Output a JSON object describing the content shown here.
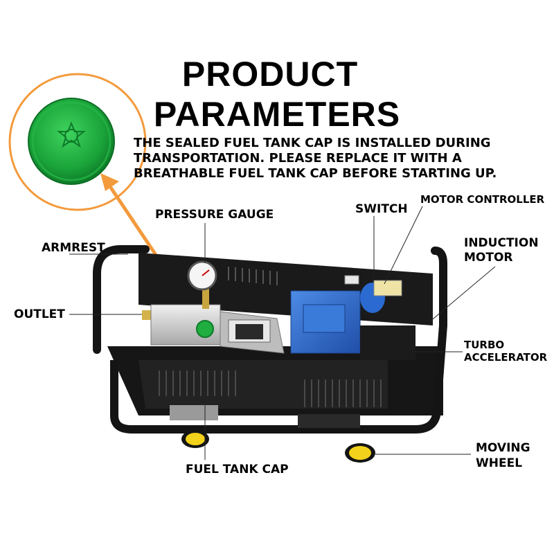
{
  "title": {
    "line1": "PRODUCT",
    "line2": "PARAMETERS"
  },
  "note": "THE SEALED FUEL TANK CAP IS INSTALLED DURING TRANSPORTATION. PLEASE REPLACE IT WITH A BREATHABLE FUEL TANK CAP BEFORE STARTING UP.",
  "labels": {
    "pressure_gauge": "PRESSURE GAUGE",
    "switch": "SWITCH",
    "motor_controller": "MOTOR CONTROLLER",
    "armrest": "ARMREST",
    "induction_motor_1": "INDUCTION",
    "induction_motor_2": "MOTOR",
    "outlet": "OUTLET",
    "turbo_1": "TURBO",
    "turbo_2": "ACCELERATOR",
    "moving_wheel_1": "MOVING",
    "moving_wheel_2": "WHEEL",
    "fuel_tank_cap": "FUEL TANK CAP"
  },
  "colors": {
    "accent_orange": "#f39a3c",
    "cap_green": "#1fae3f",
    "frame_black": "#141414",
    "motor_blue": "#2f6fd0",
    "wheel_yellow": "#f2d21a",
    "pump_silver": "#c9c9c9"
  }
}
